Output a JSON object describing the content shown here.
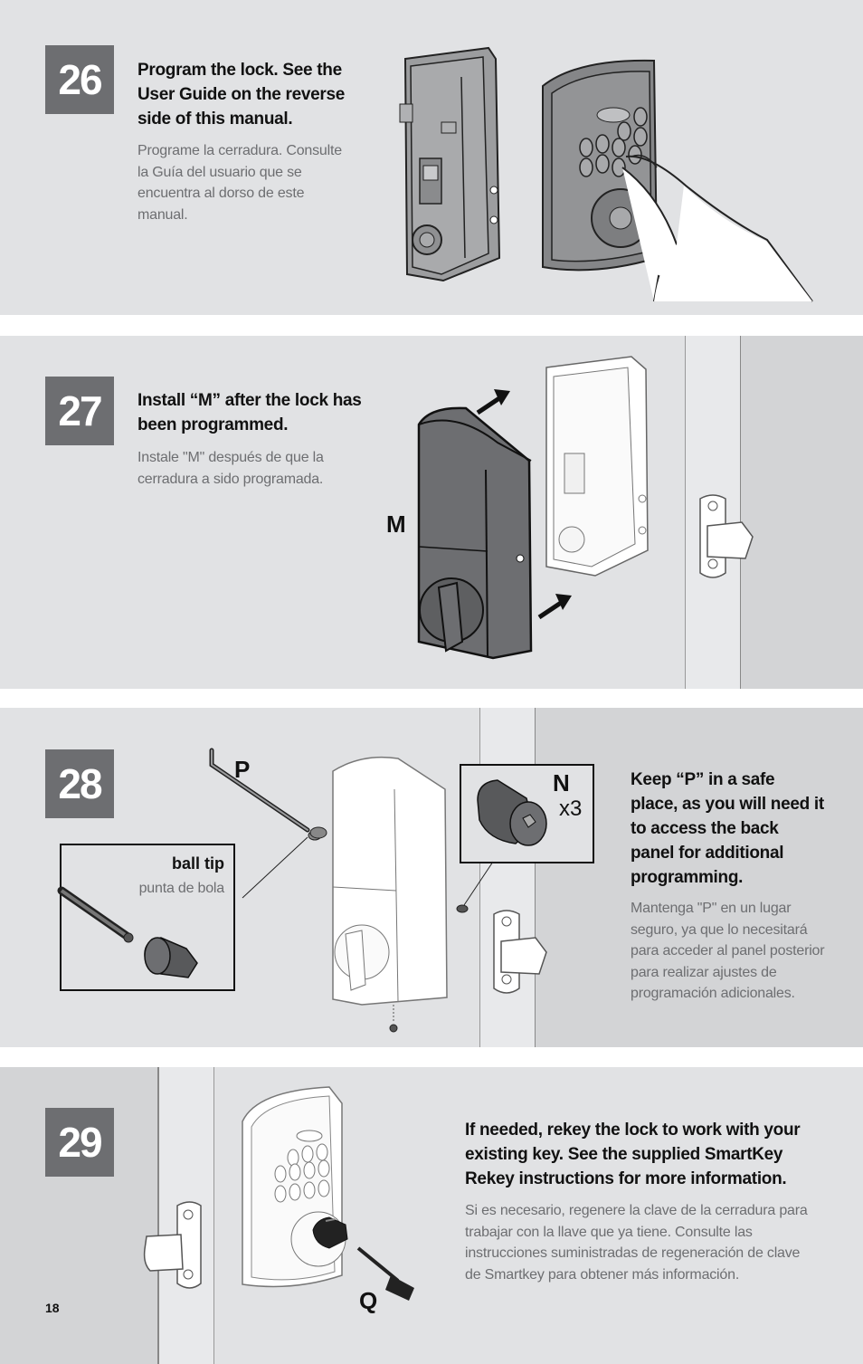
{
  "step26": {
    "number": "26",
    "english": "Program the lock. See the User Guide on the reverse side of this manual.",
    "spanish": "Programe la cerradura. Consulte la Guía del usuario que se encuentra al dorso de este manual."
  },
  "step27": {
    "number": "27",
    "english": "Install “M” after the lock has been programmed.",
    "spanish": "Instale \"M\" después de que la cerradura a sido programada.",
    "part_label": "M"
  },
  "step28": {
    "number": "28",
    "english": "Keep “P” in a safe place, as you will need it to access the back panel for additional programming.",
    "spanish": "Mantenga \"P\" en un lugar seguro, ya que lo necesitará para acceder al panel posterior para realizar ajustes de programación adicionales.",
    "part_p": "P",
    "part_n": "N",
    "quantity": "x3",
    "ball_tip_en": "ball tip",
    "ball_tip_es": "punta de bola"
  },
  "step29": {
    "number": "29",
    "english": "If needed, rekey the lock to work with your existing key. See the supplied SmartKey Rekey instructions for more information.",
    "spanish": "Si es necesario, regenere la clave de la cerradura para trabajar con la llave que ya tiene. Consulte las instrucciones suministradas de regeneración de clave de Smartkey para obtener más información.",
    "part_label": "Q"
  },
  "page_number": "18",
  "colors": {
    "panel": "#e1e2e4",
    "panel_dark": "#d3d4d6",
    "step_box": "#6d6e71",
    "spanish_text": "#6d6e71"
  }
}
